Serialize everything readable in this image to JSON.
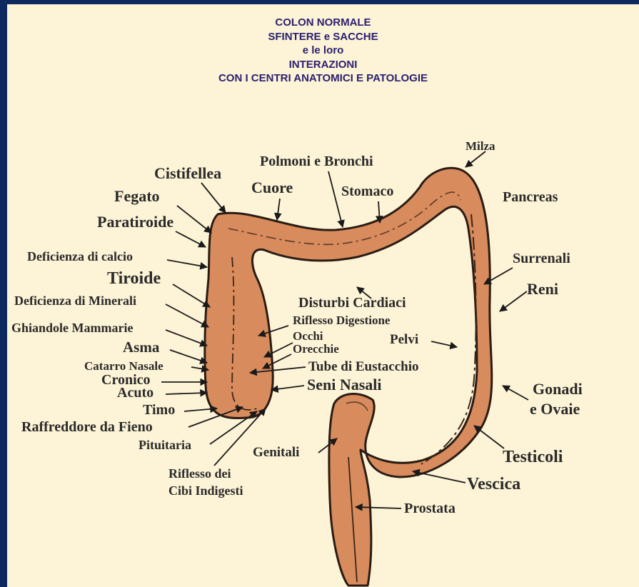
{
  "title_lines": [
    "COLON NORMALE",
    "SFINTERE e SACCHE",
    "e le loro",
    "INTERAZIONI",
    "CON I CENTRI ANATOMICI E PATOLOGIE"
  ],
  "labels": {
    "milza": "Milza",
    "polmoni_bronchi": "Polmoni e Bronchi",
    "cistifellea": "Cistifellea",
    "cuore": "Cuore",
    "stomaco": "Stomaco",
    "fegato": "Fegato",
    "pancreas": "Pancreas",
    "paratiroide": "Paratiroide",
    "deficienza_calcio": "Deficienza di calcio",
    "surrenali": "Surrenali",
    "tiroide": "Tiroide",
    "reni": "Reni",
    "deficienza_minerali": "Deficienza di Minerali",
    "disturbi_cardiaci": "Disturbi Cardiaci",
    "riflesso_digestione": "Riflesso Digestione",
    "ghiandole_mammarie": "Ghiandole Mammarie",
    "occhi": "Occhi",
    "pelvi": "Pelvi",
    "asma": "Asma",
    "orecchie": "Orecchie",
    "catarro_nasale": "Catarro Nasale",
    "tube_eustacchio": "Tube di Eustacchio",
    "cronico": "Cronico",
    "seni_nasali": "Seni Nasali",
    "gonadi_1": "Gonadi",
    "gonadi_2": "e Ovaie",
    "acuto": "Acuto",
    "timo": "Timo",
    "raffreddore": "Raffreddore da Fieno",
    "pituitaria": "Pituitaria",
    "testicoli": "Testicoli",
    "genitali": "Genitali",
    "riflesso_cibi_1": "Riflesso dei",
    "riflesso_cibi_2": "Cibi Indigesti",
    "vescica": "Vescica",
    "prostata": "Prostata"
  },
  "colors": {
    "background": "#fdf3d6",
    "frame": "#0d2a5e",
    "colon_fill": "#d88b5c",
    "outline": "#2a1c14",
    "title": "#2b2170"
  }
}
